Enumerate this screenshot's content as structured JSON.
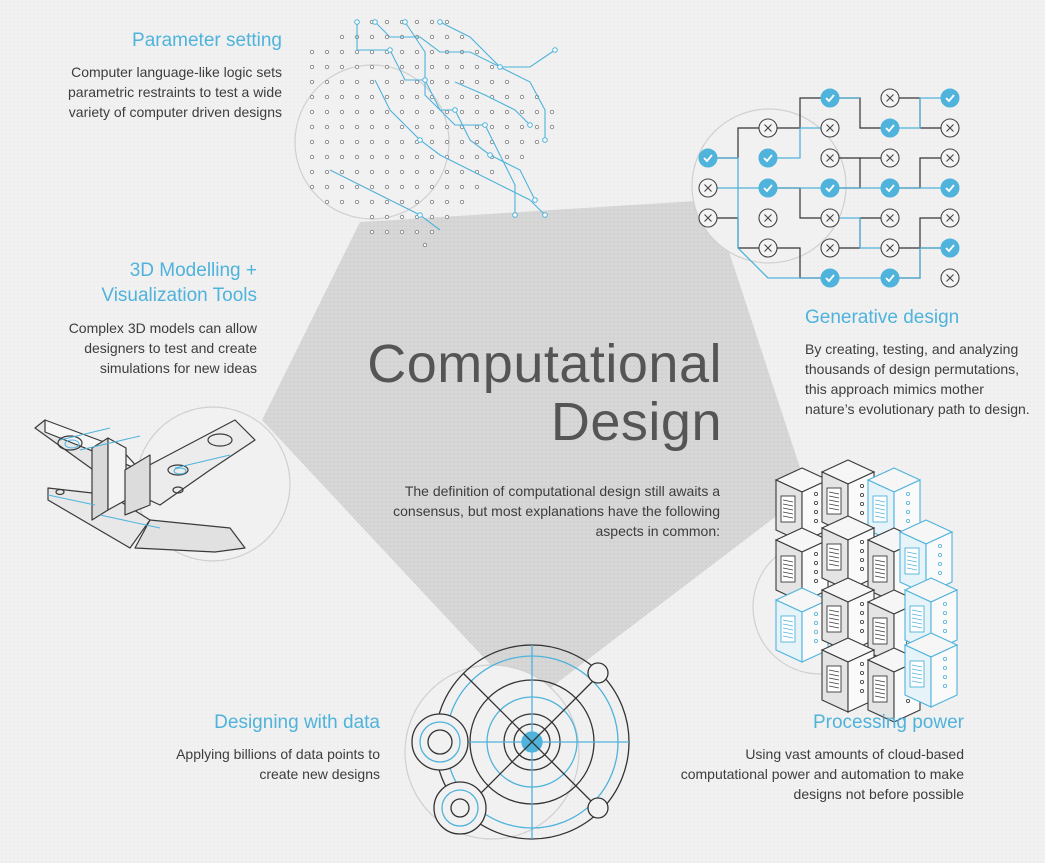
{
  "title": {
    "line1": "Computational",
    "line2": "Design"
  },
  "intro": "The definition of computational design still awaits a consensus, but most explanations have the following aspects in common:",
  "aspects": {
    "parameter_setting": {
      "heading": "Parameter setting",
      "body": "Computer language-like logic sets parametric restraints to test a wide variety of computer driven designs"
    },
    "modelling": {
      "heading_line1": "3D Modelling +",
      "heading_line2": "Visualization Tools",
      "body": "Complex 3D models can allow designers to test and create simulations for new ideas"
    },
    "generative": {
      "heading": "Generative design",
      "body": "By creating, testing, and analyzing thousands of design permutations, this approach mimics mother nature’s evolutionary path to design."
    },
    "data": {
      "heading": "Designing with data",
      "body": "Applying billions of data points to create new designs"
    },
    "processing": {
      "heading": "Processing power",
      "body": "Using vast amounts of cloud-based computational power and automation to make designs not before possible"
    }
  },
  "colors": {
    "accent": "#4fb3dc",
    "text": "#3d3d3d",
    "title": "#555555",
    "pentagon": "#d6d6d6",
    "line": "#444444"
  }
}
